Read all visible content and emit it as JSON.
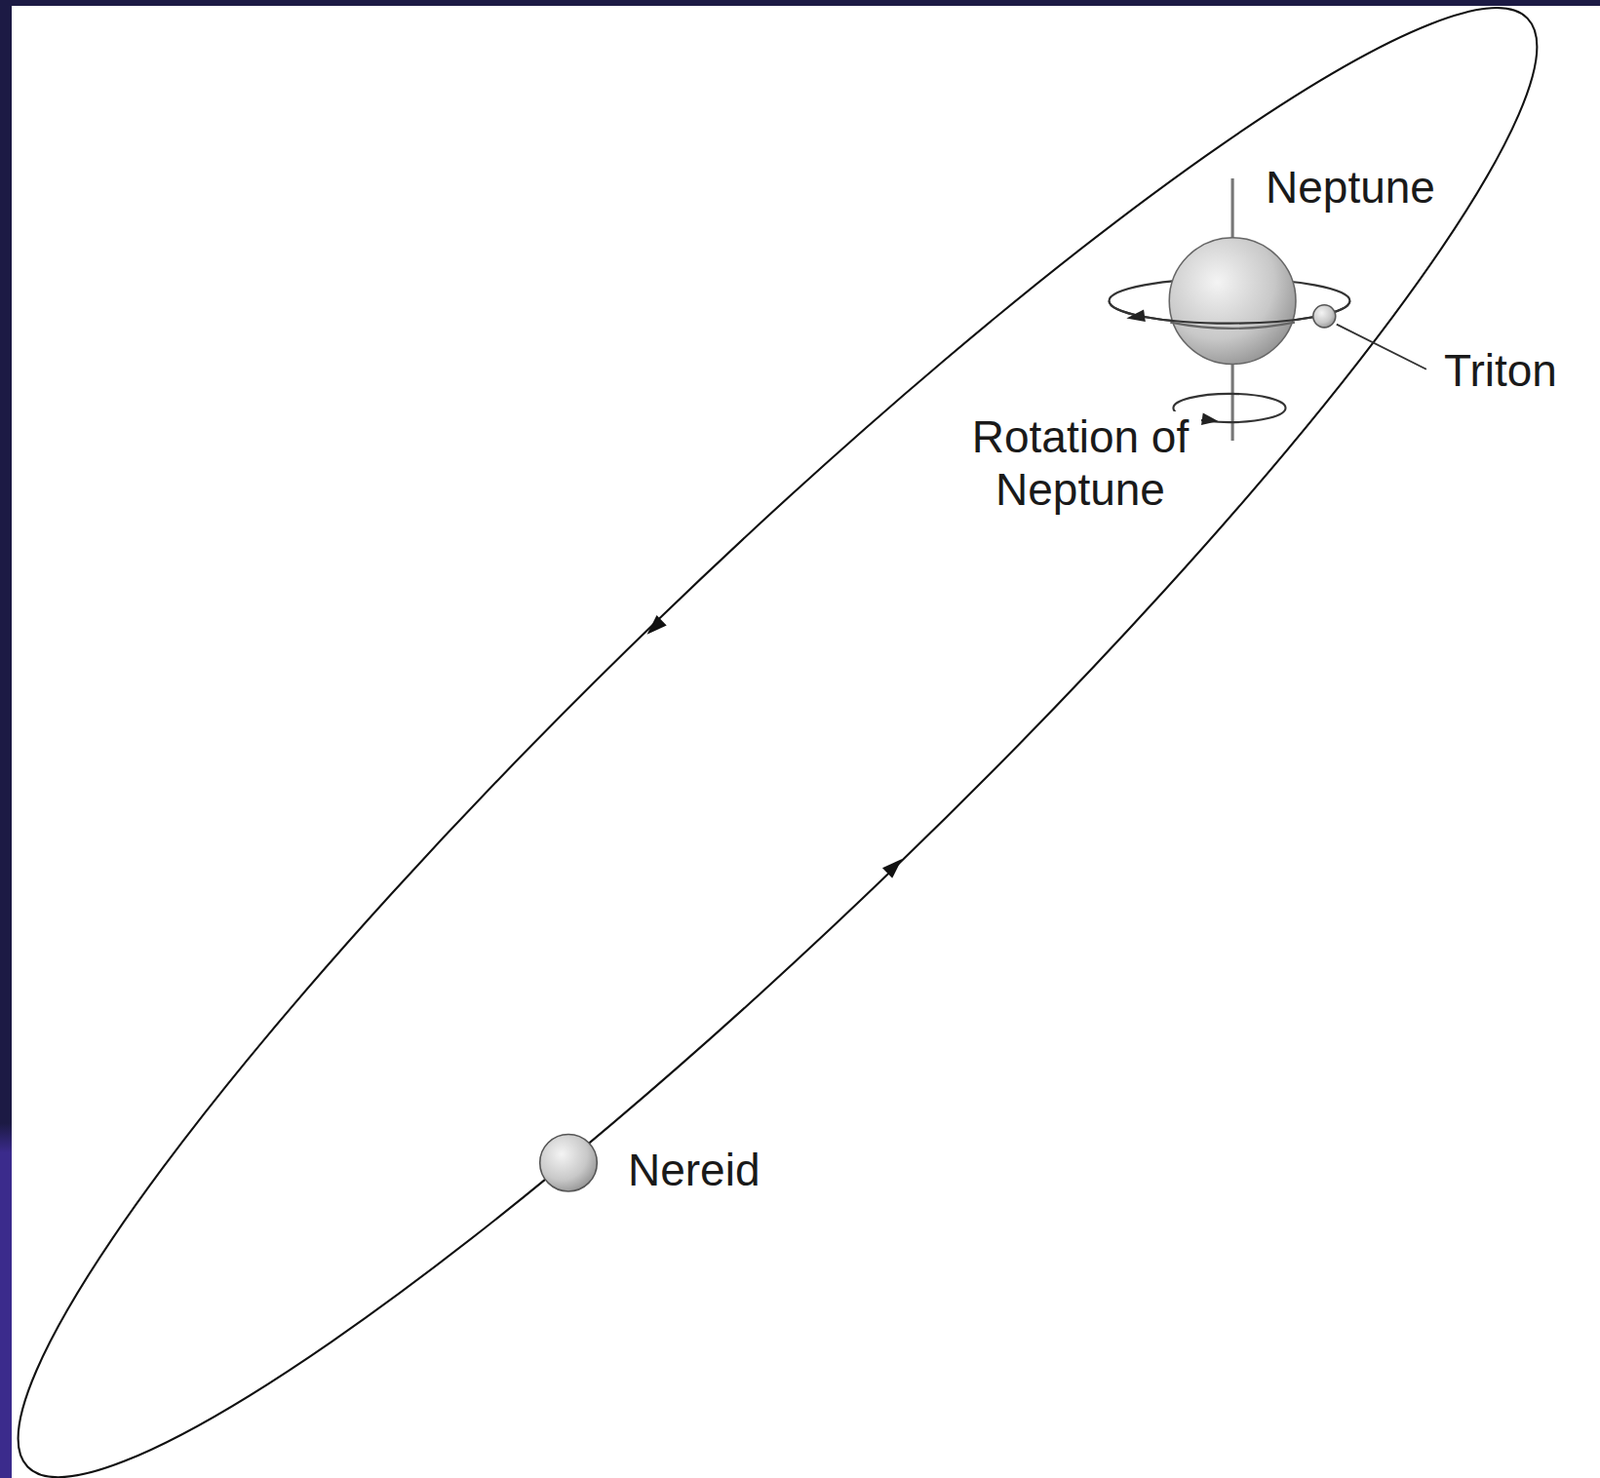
{
  "diagram": {
    "labels": [
      "Neptune",
      "Triton",
      "Rotation of Neptune",
      "Nereid"
    ]
  }
}
